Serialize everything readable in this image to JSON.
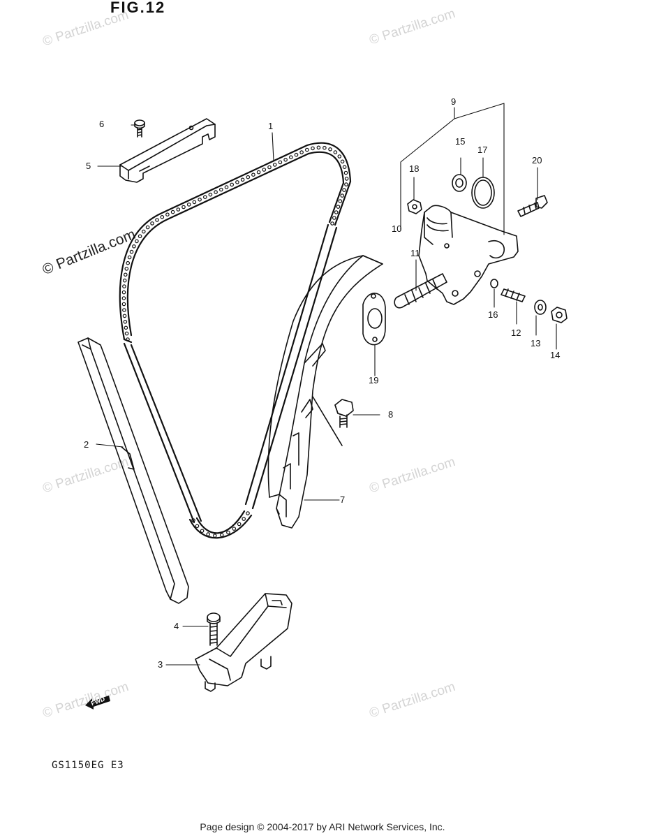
{
  "figure": {
    "title": "FIG.12",
    "model_code": "GS1150EG  E3"
  },
  "watermark": {
    "text": "© Partzilla.com"
  },
  "footer": {
    "text": "Page design © 2004-2017 by ARI Network Services, Inc."
  },
  "fwd_label": "FWD",
  "callouts": [
    "1",
    "2",
    "3",
    "4",
    "5",
    "6",
    "7",
    "8",
    "9",
    "10",
    "11",
    "12",
    "13",
    "14",
    "15",
    "16",
    "17",
    "18",
    "19",
    "20"
  ],
  "colors": {
    "line": "#111111",
    "watermark": "#d4d4d4",
    "background": "#ffffff"
  }
}
